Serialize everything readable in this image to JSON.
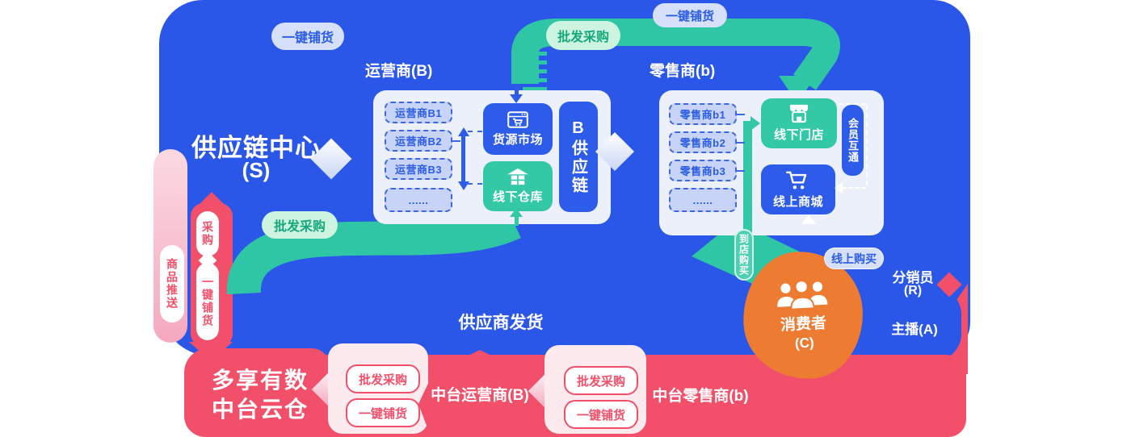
{
  "colors": {
    "blue_bg": "#2A57E8",
    "blue_node": "#2E5CEA",
    "teal": "#2EC6A4",
    "teal_node": "#33C9A7",
    "panel": "#EBF0FB",
    "dashed_fill": "#C7D4F7",
    "blue_text": "#2B5CE6",
    "green_text": "#16A87D",
    "red": "#F2506A",
    "pink_panel": "#FCEAEE",
    "orange": "#ED7B31"
  },
  "supply_center": {
    "title": "供应链中心",
    "sub": "(S)"
  },
  "operator_section": {
    "title": "运营商(B)",
    "items": [
      "运营商B1",
      "运营商B2",
      "运营商B3",
      "......"
    ],
    "market": "货源市场",
    "warehouse": "线下仓库",
    "chain": "B供应链"
  },
  "retailer_section": {
    "title": "零售商(b)",
    "items": [
      "零售商b1",
      "零售商b2",
      "零售商b3",
      "......"
    ],
    "store": "线下门店",
    "mall": "线上商城",
    "member": "会员互通"
  },
  "pills": {
    "one_key_top_left": "一键铺货",
    "wholesale_top": "批发采购",
    "one_key_top_right": "一键铺货",
    "wholesale_left": "批发采购",
    "product_push": "商品推送",
    "purchase": "采购",
    "one_key_left": "一键铺货",
    "store_buy": "到店购买",
    "online_buy": "线上购买"
  },
  "bottom": {
    "supplier_ship": "供应商发货",
    "cloud_title1": "多享有数",
    "cloud_title2": "中台云仓",
    "mid_operator": "中台运营商(B)",
    "mid_retailer": "中台零售商(b)",
    "panel1_pills": [
      "批发采购",
      "一键铺货"
    ],
    "panel2_pills": [
      "批发采购",
      "一键铺货"
    ]
  },
  "consumer": {
    "label1": "消费者",
    "label2": "(C)"
  },
  "right": {
    "distributor1": "分销员",
    "distributor2": "(R)",
    "anchor": "主播(A)"
  },
  "icons": {
    "market": "browser-cart-icon",
    "warehouse": "warehouse-icon",
    "store": "storefront-icon",
    "mall": "cart-icon",
    "consumer": "people-icon"
  }
}
